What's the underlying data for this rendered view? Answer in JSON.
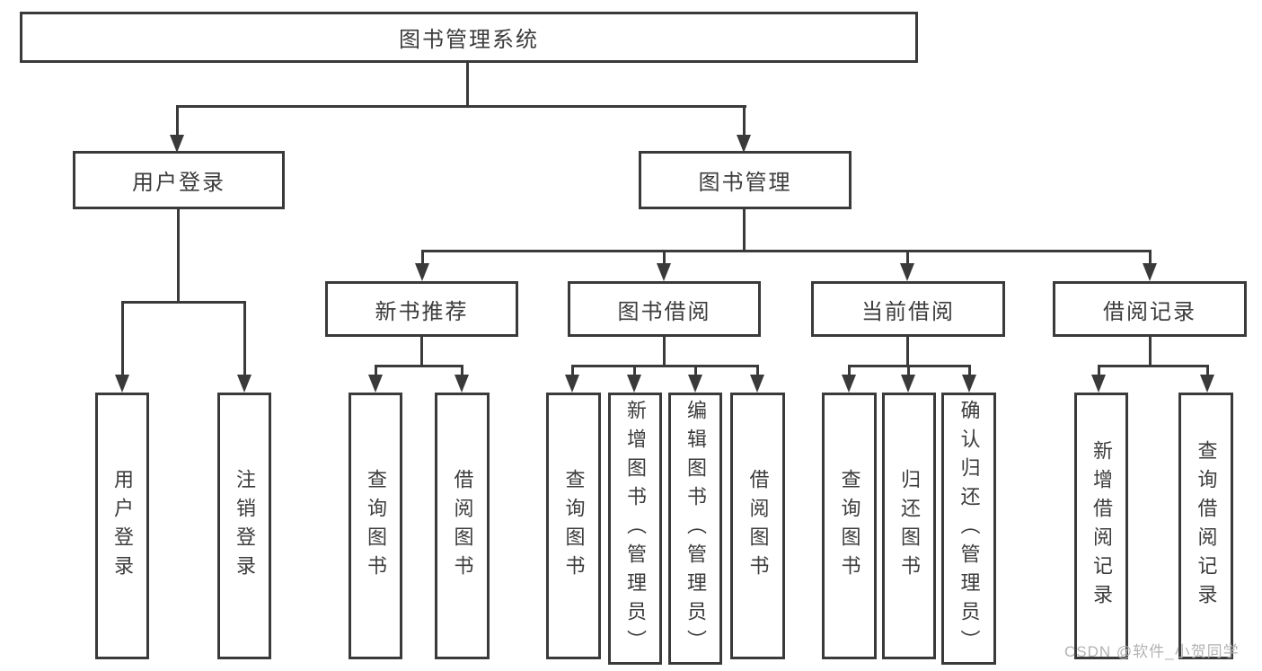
{
  "nodes": {
    "root": "图书管理系统",
    "level2": [
      "用户登录",
      "图书管理"
    ],
    "level3": [
      "新书推荐",
      "图书借阅",
      "当前借阅",
      "借阅记录"
    ],
    "leaves": [
      "用户登录",
      "注销登录",
      "查询图书",
      "借阅图书",
      "查询图书",
      "新增图书（管理员）",
      "编辑图书（管理员）",
      "借阅图书",
      "查询图书",
      "归还图书",
      "确认归还（管理员）",
      "新增借阅记录",
      "查询借阅记录"
    ]
  },
  "watermark": "CSDN @软件_小贺同学",
  "colors": {
    "line": "#3a3a3a",
    "text": "#3c3c3c",
    "watermark": "#b3b3b3",
    "background": "#ffffff"
  }
}
